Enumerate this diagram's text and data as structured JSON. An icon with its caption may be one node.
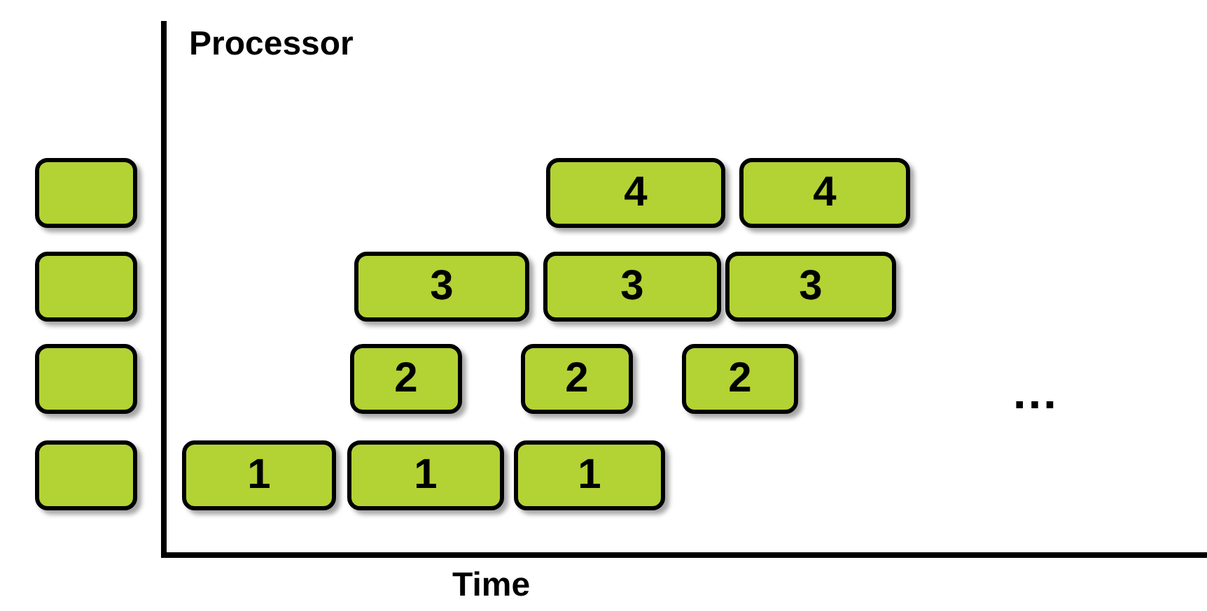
{
  "diagram": {
    "nodes": [
      {
        "text": [],
        "shape": "box"
      },
      {
        "text": [
          "4"
        ]
      },
      {
        "text": [
          "4"
        ]
      },
      {
        "text": [],
        "shape": "box"
      },
      {
        "text": [
          "3"
        ]
      },
      {
        "text": [
          "3"
        ]
      },
      {
        "text": [
          "3"
        ]
      },
      {
        "text": [],
        "shape": "box"
      },
      {
        "text": [
          "2"
        ]
      },
      {
        "text": [
          "2"
        ]
      },
      {
        "text": [
          "2"
        ]
      },
      {
        "text": [],
        "shape": "box"
      },
      {
        "text": [
          "1"
        ]
      },
      {
        "text": [
          "1"
        ]
      },
      {
        "text": [
          "1"
        ]
      }
    ],
    "edges": [],
    "labels": [
      "Processor",
      "…",
      "Time"
    ]
  }
}
